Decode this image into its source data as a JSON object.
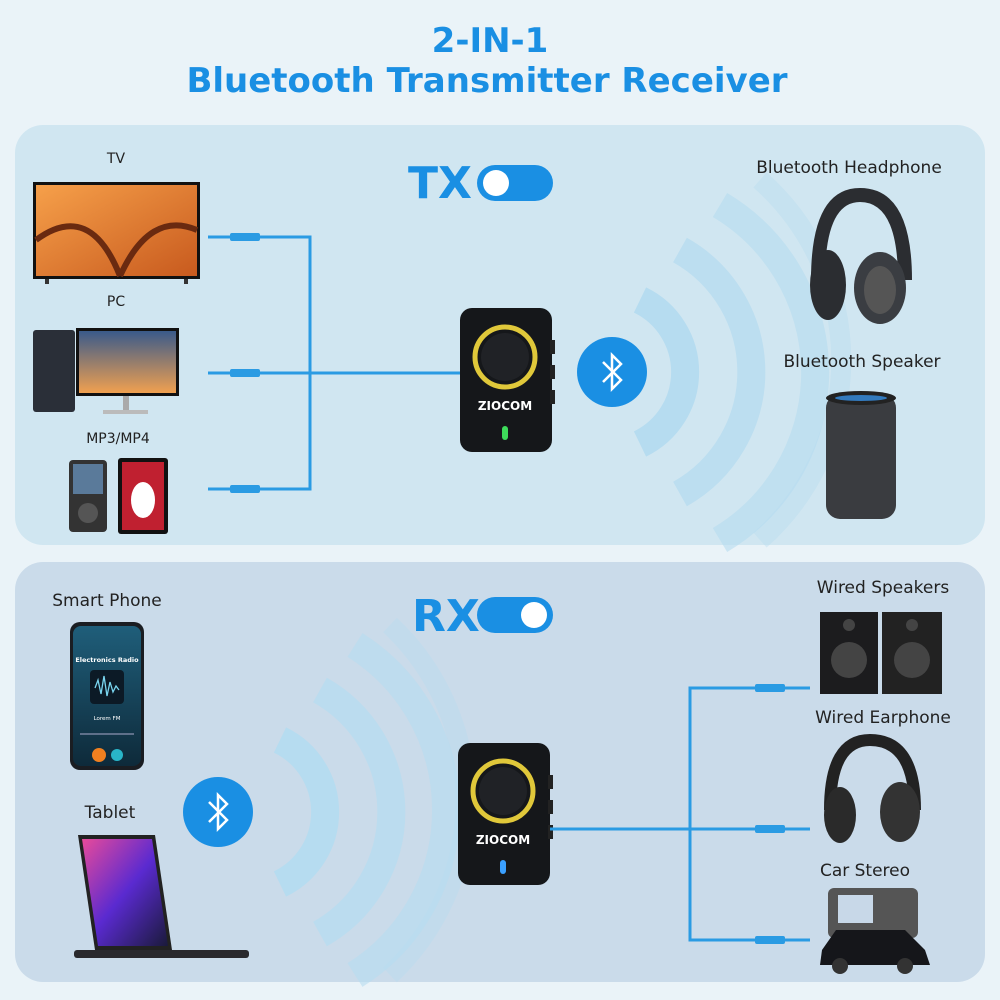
{
  "header": {
    "line1": "2-IN-1",
    "line2": "Bluetooth Transmitter Receiver"
  },
  "tx": {
    "mode_label": "TX",
    "sources": [
      {
        "label": "TV"
      },
      {
        "label": "PC"
      },
      {
        "label": "MP3/MP4"
      }
    ],
    "outputs": [
      {
        "label": "Bluetooth Headphone"
      },
      {
        "label": "Bluetooth Speaker"
      }
    ]
  },
  "rx": {
    "mode_label": "RX",
    "sources": [
      {
        "label": "Smart Phone"
      },
      {
        "label": "Tablet"
      }
    ],
    "outputs": [
      {
        "label": "Wired Speakers"
      },
      {
        "label": "Wired Earphone"
      },
      {
        "label": "Car Stereo"
      }
    ]
  },
  "device": {
    "brand": "ZIOCOM"
  },
  "phone_screen": {
    "title": "Electronics Radio",
    "station": "Lorem FM"
  },
  "colors": {
    "accent": "#1a8fe3",
    "cable": "#2a9be3",
    "tx_led": "#3ddc5a",
    "rx_led": "#3aa0ff"
  }
}
